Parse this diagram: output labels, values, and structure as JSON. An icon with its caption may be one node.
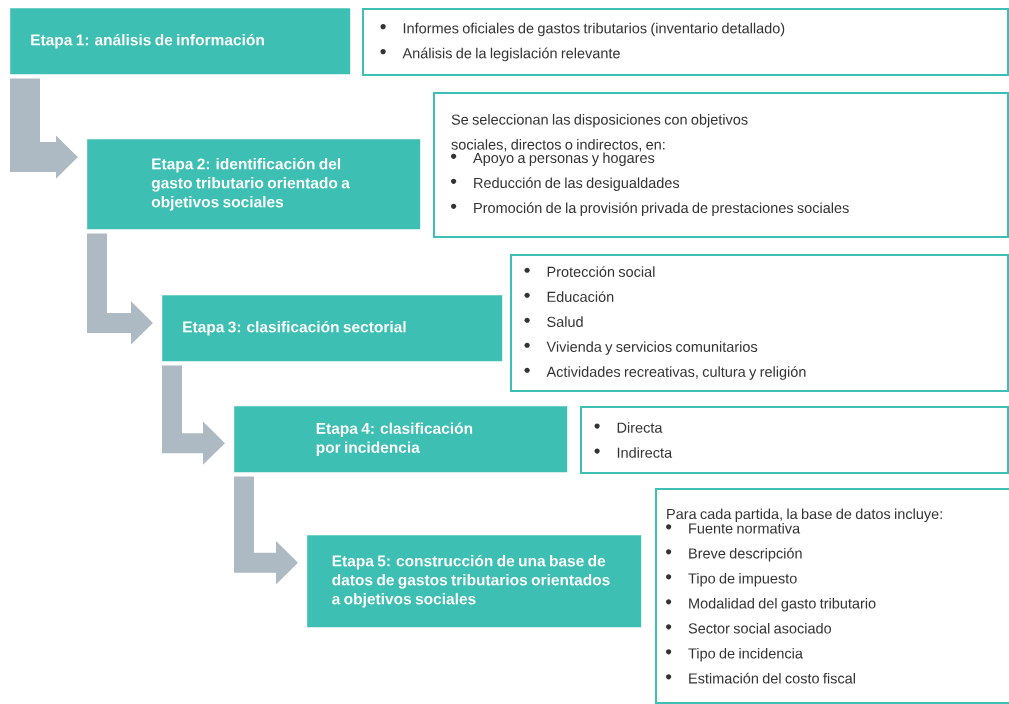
{
  "diagram": {
    "nodes": [
      {
        "text": [
          "Etapa 1: análisis de información"
        ]
      },
      {
        "text": [
          "Informes oficiales de gastos tributarios (inventario detallado)",
          "Análisis de la legislación relevante"
        ]
      },
      {
        "text": [
          "Etapa 2: identificación del gasto tributario orientado a objetivos sociales"
        ]
      },
      {
        "text": [
          "Se seleccionan las disposiciones con objetivos sociales, directos o indirectos, en:",
          "Apoyo a personas y hogares",
          "Reducción de las desigualdades",
          "Promoción de la provisión privada de prestaciones sociales"
        ]
      },
      {
        "text": [
          "Etapa 3: clasificación sectorial"
        ]
      },
      {
        "text": [
          "Protección social",
          "Educación",
          "Salud",
          "Vivienda y servicios comunitarios",
          "Actividades recreativas, cultura y religión"
        ]
      },
      {
        "text": [
          "Etapa 4: clasificación por incidencia"
        ]
      },
      {
        "text": [
          "Directa",
          "Indirecta"
        ]
      },
      {
        "text": [
          "Etapa 5: construcción de una base de datos de gastos tributarios orientados a objetivos sociales"
        ]
      },
      {
        "text": [
          "Para cada partida, la base de datos incluye:",
          "Fuente normativa",
          "Breve descripción",
          "Tipo de impuesto",
          "Modalidad del gasto tributario",
          "Sector social asociado",
          "Tipo de incidencia",
          "Estimación del costo fiscal"
        ]
      }
    ],
    "edges": [
      {
        "from": 0,
        "to": 2,
        "arrow": "to"
      },
      {
        "from": 2,
        "to": 4,
        "arrow": "to"
      },
      {
        "from": 4,
        "to": 6,
        "arrow": "to"
      },
      {
        "from": 6,
        "to": 8,
        "arrow": "to"
      }
    ]
  }
}
